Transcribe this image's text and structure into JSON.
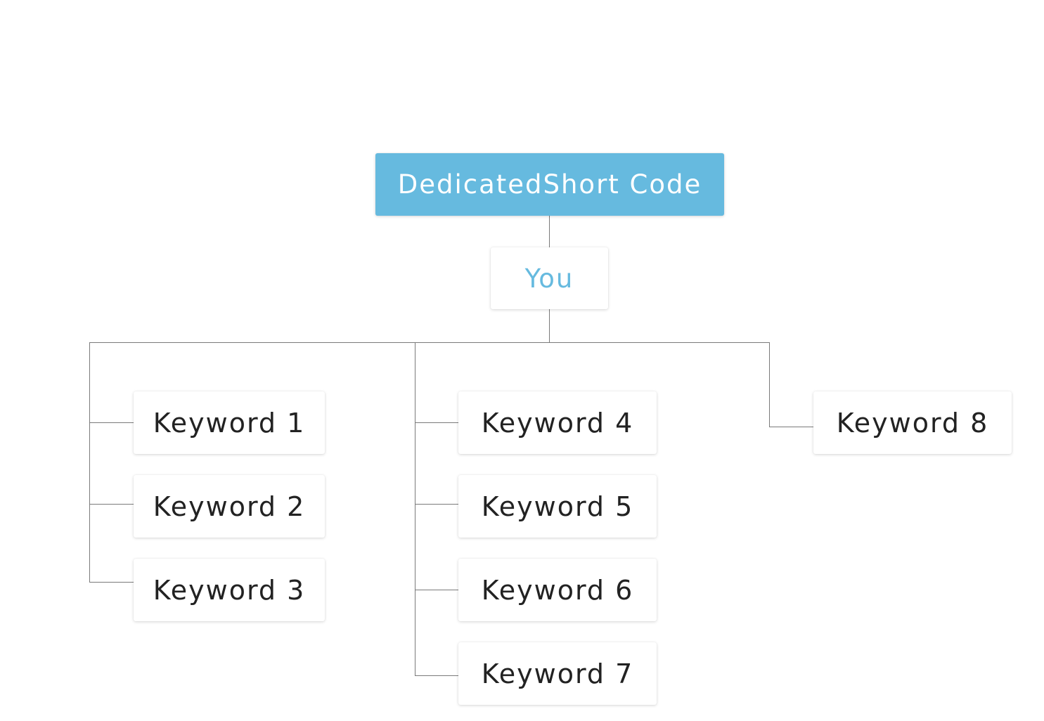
{
  "diagram": {
    "root": {
      "label": "DedicatedShort Code"
    },
    "owner": {
      "label": "You"
    },
    "keywords": [
      {
        "label": "Keyword 1"
      },
      {
        "label": "Keyword 2"
      },
      {
        "label": "Keyword 3"
      },
      {
        "label": "Keyword 4"
      },
      {
        "label": "Keyword 5"
      },
      {
        "label": "Keyword 6"
      },
      {
        "label": "Keyword 7"
      },
      {
        "label": "Keyword 8"
      }
    ],
    "colors": {
      "accent": "#66badf",
      "connector": "#7a7a7a",
      "text": "#222222",
      "background": "#ffffff"
    }
  }
}
